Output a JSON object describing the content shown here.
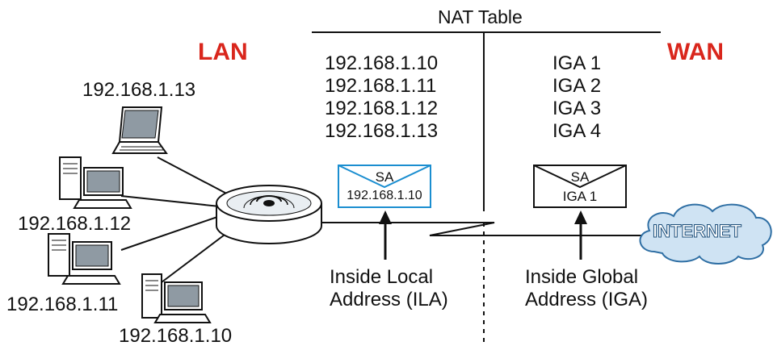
{
  "nat_table": {
    "title": "NAT Table",
    "left_column": [
      "192.168.1.10",
      "192.168.1.11",
      "192.168.1.12",
      "192.168.1.13"
    ],
    "right_column": [
      "IGA 1",
      "IGA 2",
      "IGA 3",
      "IGA 4"
    ]
  },
  "zones": {
    "lan": "LAN",
    "wan": "WAN"
  },
  "colors": {
    "zone_label": "#d9261c",
    "ila_envelope": "#1b8ed0",
    "cloud": "#cfe3f3",
    "cloud_stroke": "#2f6fa4"
  },
  "hosts": {
    "laptop": "192.168.1.13",
    "pc_3": "192.168.1.12",
    "pc_2": "192.168.1.11",
    "pc_1": "192.168.1.10"
  },
  "envelopes": {
    "ila": {
      "sa": "SA",
      "address": "192.168.1.10"
    },
    "iga": {
      "sa": "SA",
      "address": "IGA 1"
    }
  },
  "callouts": {
    "ila_line1": "Inside Local",
    "ila_line2": "Address (ILA)",
    "iga_line1": "Inside Global",
    "iga_line2": "Address (IGA)"
  },
  "internet_label": "INTERNET"
}
